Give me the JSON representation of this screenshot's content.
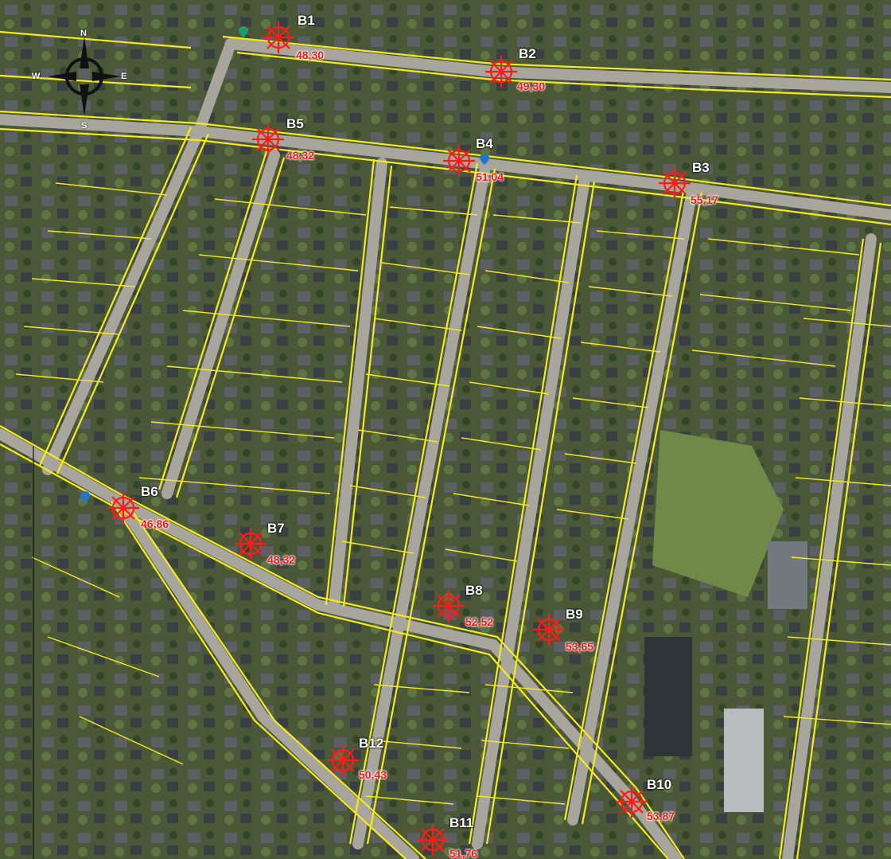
{
  "compass": {
    "north": "N",
    "south": "S",
    "east": "E",
    "west": "W"
  },
  "colors": {
    "parcel_line": "#f5ea1c",
    "marker": "#ff1a1a",
    "road": "#a8a69c",
    "vegetation": "#4b5a3a"
  },
  "markers": [
    {
      "id": "B1",
      "value": "48,30"
    },
    {
      "id": "B2",
      "value": "49,30"
    },
    {
      "id": "B3",
      "value": "55,17"
    },
    {
      "id": "B4",
      "value": "51,04"
    },
    {
      "id": "B5",
      "value": "48,32"
    },
    {
      "id": "B6",
      "value": "46,86"
    },
    {
      "id": "B7",
      "value": "48,32"
    },
    {
      "id": "B8",
      "value": "52,52"
    },
    {
      "id": "B9",
      "value": "53,65"
    },
    {
      "id": "B10",
      "value": "53,87"
    },
    {
      "id": "B11",
      "value": "51,76"
    },
    {
      "id": "B12",
      "value": "50,43"
    }
  ]
}
